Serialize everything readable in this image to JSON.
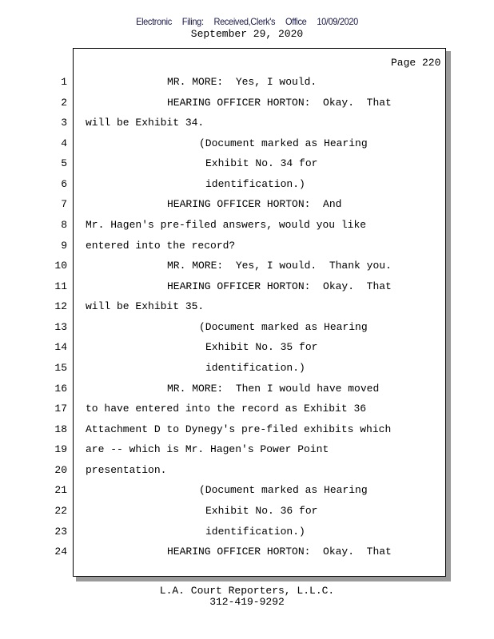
{
  "filing_stamp": {
    "parts": [
      "Electronic",
      "Filing:",
      "Received,Clerk's",
      "Office",
      "10/09/2020"
    ]
  },
  "date": "September 29, 2020",
  "page_label": "Page 220",
  "lines": [
    {
      "n": "1",
      "text": "MR. MORE:  Yes, I would."
    },
    {
      "n": "2",
      "text": "HEARING OFFICER HORTON:  Okay.  That"
    },
    {
      "n": "3",
      "text": "will be Exhibit 34."
    },
    {
      "n": "4",
      "text": "(Document marked as Hearing"
    },
    {
      "n": "5",
      "text": "Exhibit No. 34 for"
    },
    {
      "n": "6",
      "text": "identification.)"
    },
    {
      "n": "7",
      "text": "HEARING OFFICER HORTON:  And"
    },
    {
      "n": "8",
      "text": "Mr. Hagen's pre-filed answers, would you like"
    },
    {
      "n": "9",
      "text": "entered into the record?"
    },
    {
      "n": "10",
      "text": "MR. MORE:  Yes, I would.  Thank you."
    },
    {
      "n": "11",
      "text": "HEARING OFFICER HORTON:  Okay.  That"
    },
    {
      "n": "12",
      "text": "will be Exhibit 35."
    },
    {
      "n": "13",
      "text": "(Document marked as Hearing"
    },
    {
      "n": "14",
      "text": "Exhibit No. 35 for"
    },
    {
      "n": "15",
      "text": "identification.)"
    },
    {
      "n": "16",
      "text": "MR. MORE:  Then I would have moved"
    },
    {
      "n": "17",
      "text": "to have entered into the record as Exhibit 36"
    },
    {
      "n": "18",
      "text": "Attachment D to Dynegy's pre-filed exhibits which"
    },
    {
      "n": "19",
      "text": "are -- which is Mr. Hagen's Power Point"
    },
    {
      "n": "20",
      "text": "presentation."
    },
    {
      "n": "21",
      "text": "(Document marked as Hearing"
    },
    {
      "n": "22",
      "text": "Exhibit No. 36 for"
    },
    {
      "n": "23",
      "text": "identification.)"
    },
    {
      "n": "24",
      "text": "HEARING OFFICER HORTON:  Okay.  That"
    }
  ],
  "footer": {
    "company": "L.A. Court Reporters, L.L.C.",
    "phone": "312-419-9292"
  }
}
